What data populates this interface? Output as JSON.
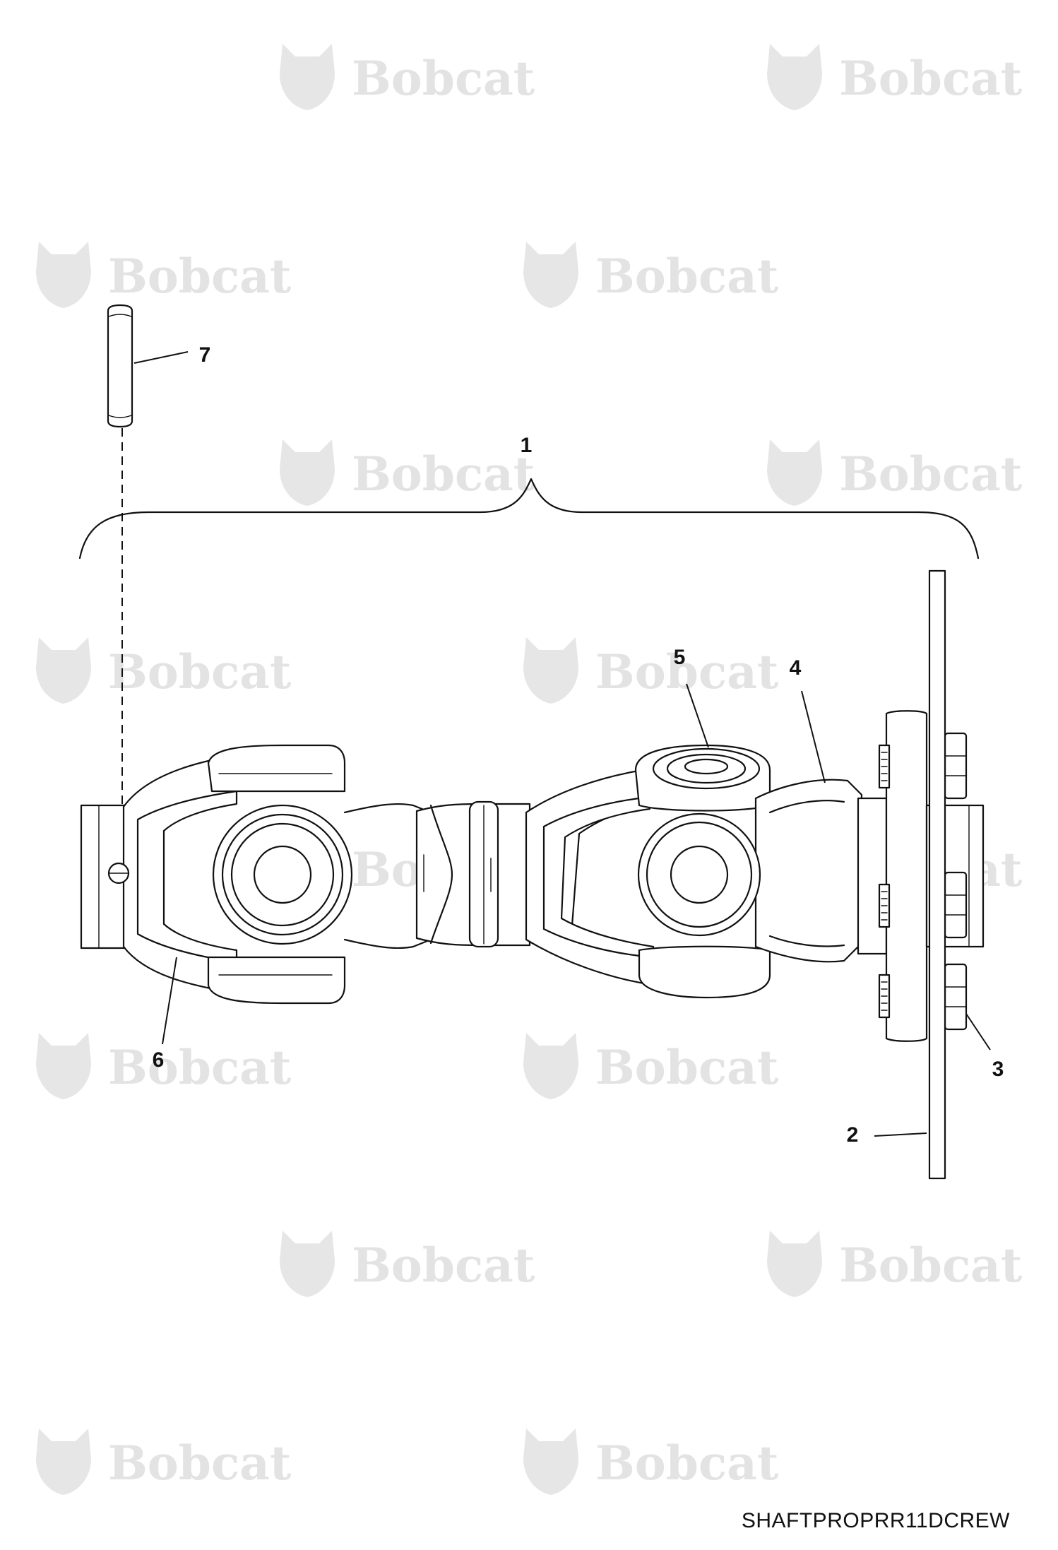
{
  "watermark": {
    "brand": "Bobcat",
    "mark": "®"
  },
  "callouts": {
    "c1": "1",
    "c2": "2",
    "c3": "3",
    "c4": "4",
    "c5": "5",
    "c6": "6",
    "c7": "7"
  },
  "drawing_id": "SHAFTPROPRR11DCREW"
}
